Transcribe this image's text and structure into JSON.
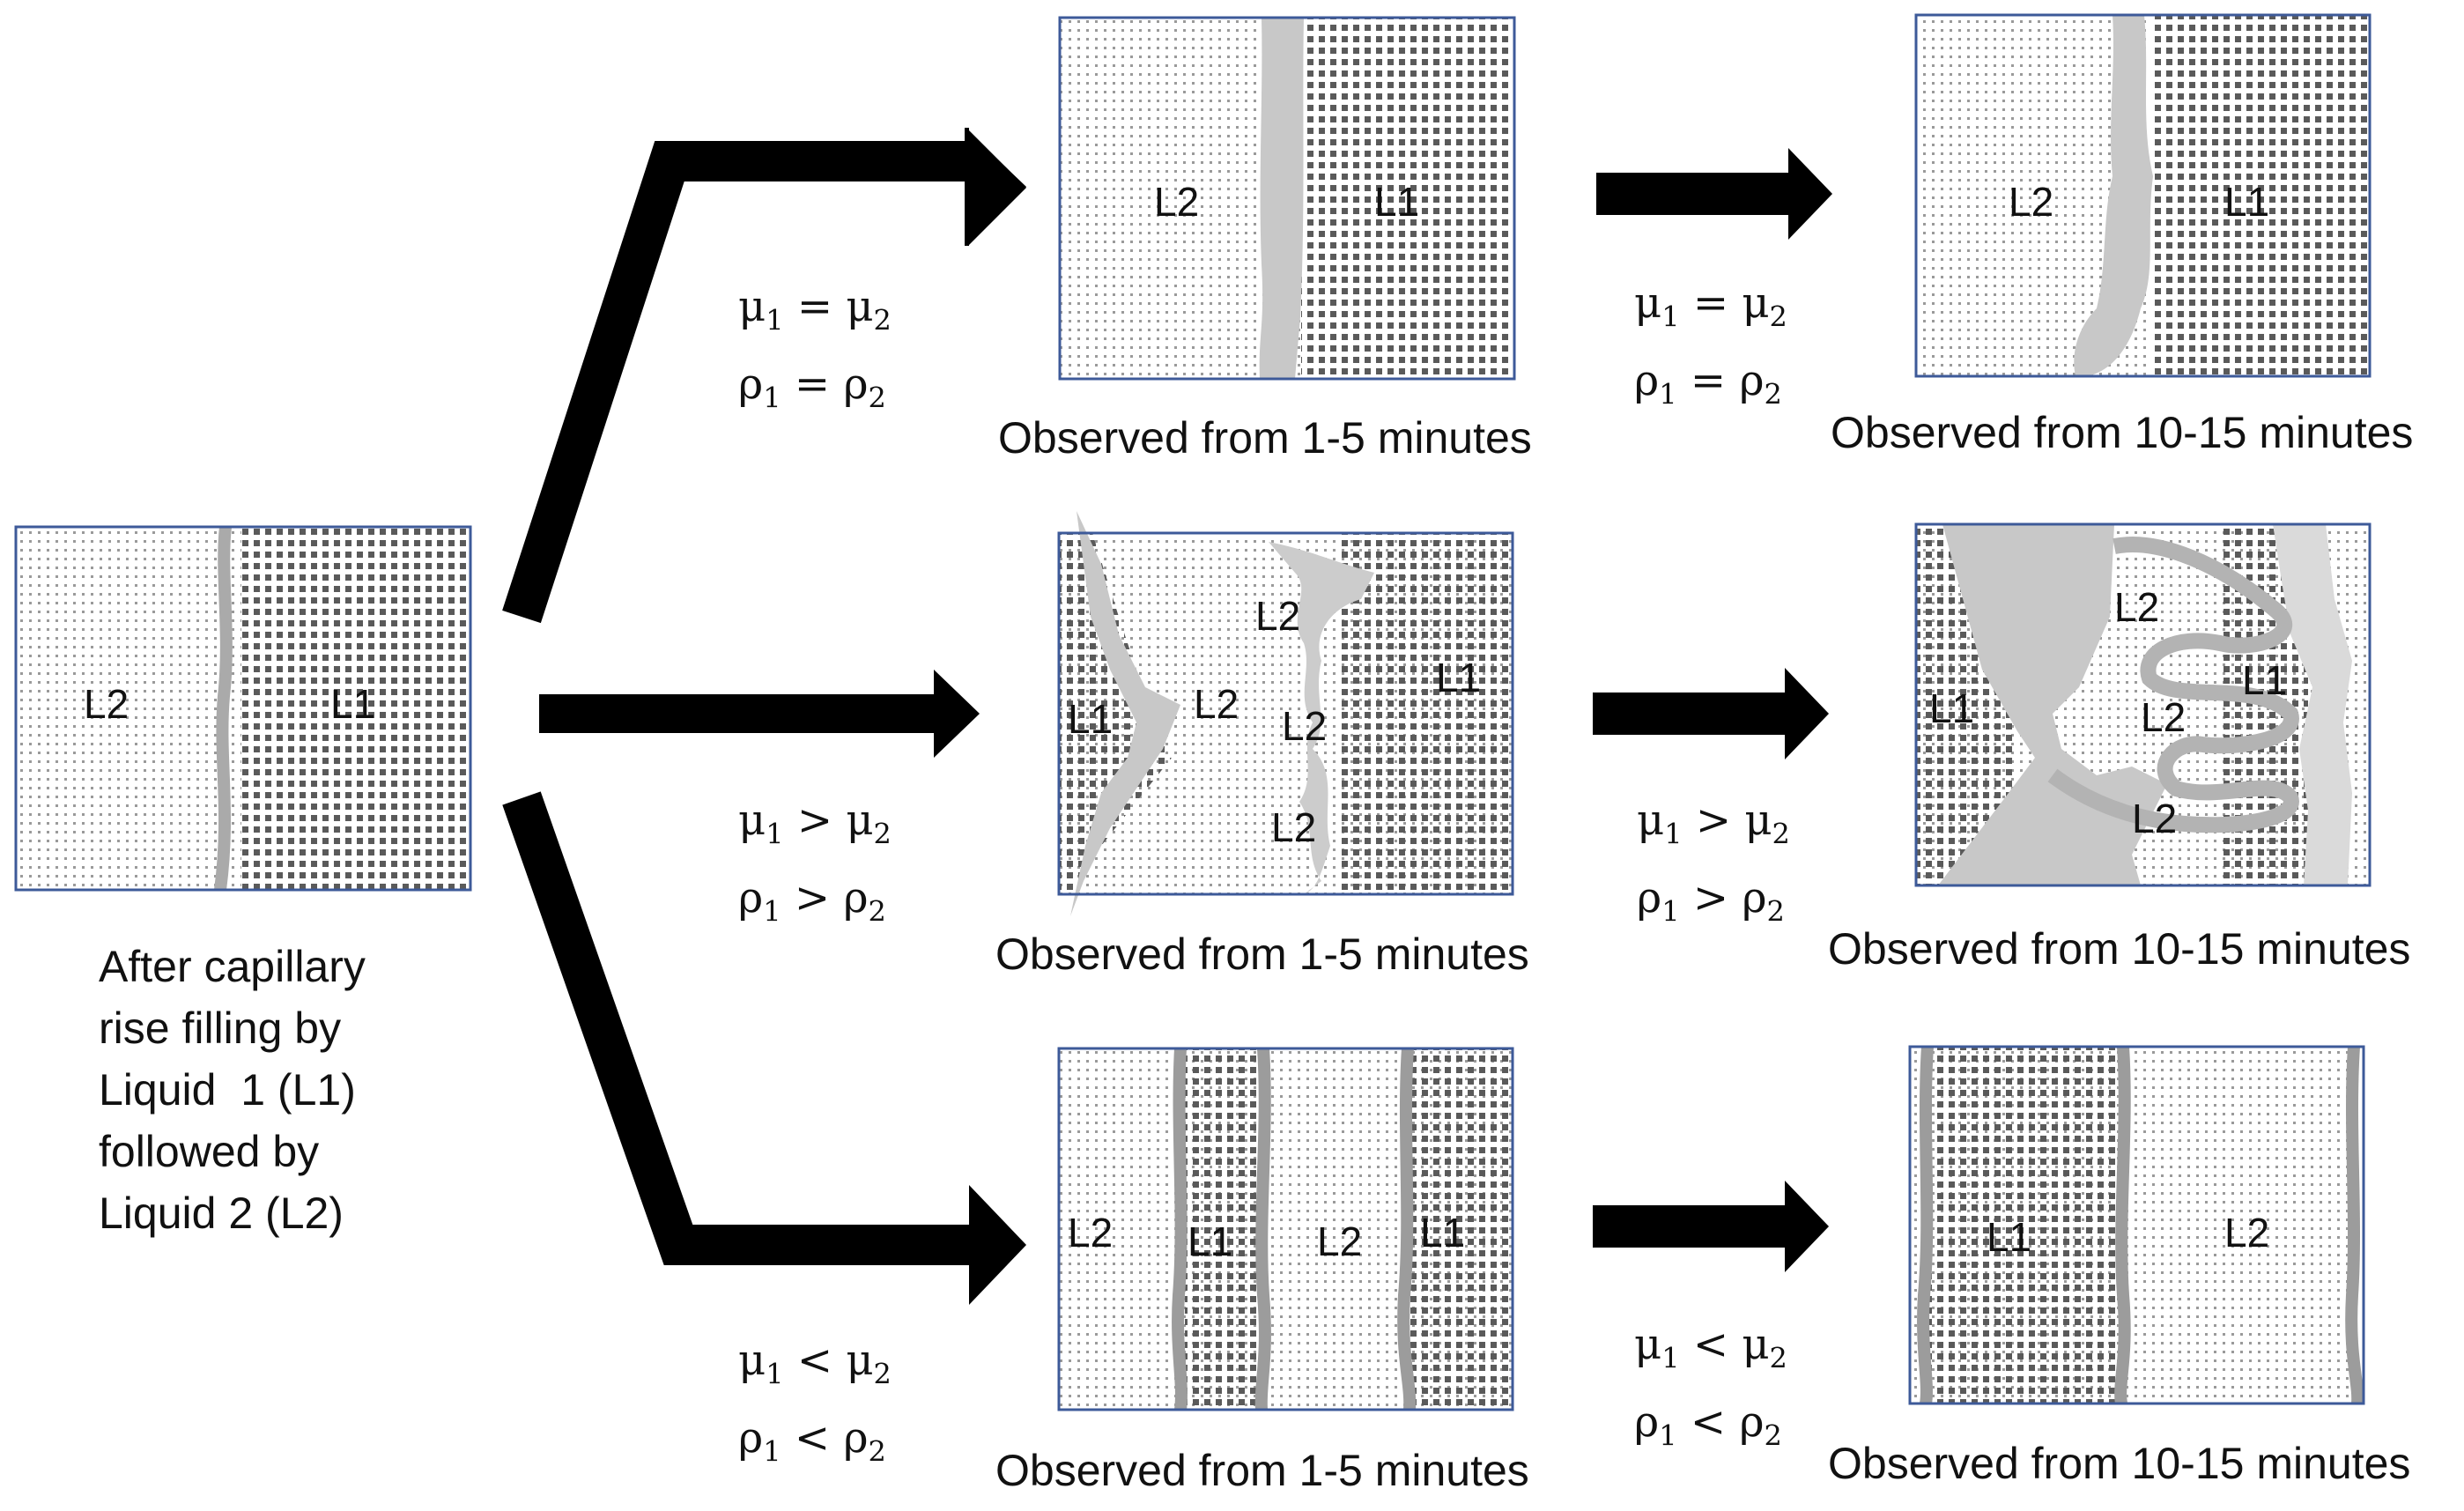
{
  "initial": {
    "labels": [
      "L2",
      "L1"
    ],
    "caption_lines": [
      "After capillary",
      "rise filling by",
      "Liquid  1 (L1)",
      "followed by",
      "Liquid 2 (L2)"
    ]
  },
  "colors": {
    "arrow": "#000000",
    "frame": "#3d5a99",
    "interface": "#b3b3b3",
    "mixing_zone": "#cccccc",
    "dot_sparse": "#9a9a9a",
    "dot_dense": "#555555"
  },
  "rows": [
    {
      "id": "equal",
      "condition": {
        "mu": "μ",
        "mu_op": "=",
        "rho": "ρ",
        "rho_op": "=",
        "sub1": "1",
        "sub2": "2"
      },
      "stage1": {
        "caption": "Observed from 1-5 minutes",
        "labels": [
          "L2",
          "L1"
        ]
      },
      "stage2": {
        "caption": "Observed from 10-15 minutes",
        "labels": [
          "L2",
          "L1"
        ]
      }
    },
    {
      "id": "greater",
      "condition": {
        "mu": "μ",
        "mu_op": ">",
        "rho": "ρ",
        "rho_op": ">",
        "sub1": "1",
        "sub2": "2"
      },
      "stage1": {
        "caption": "Observed from 1-5 minutes",
        "labels": [
          "L2",
          "L1",
          "L2",
          "L2",
          "L1",
          "L2"
        ]
      },
      "stage2": {
        "caption": "Observed from 10-15 minutes",
        "labels": [
          "L2",
          "L1",
          "L2",
          "L1",
          "L2"
        ]
      }
    },
    {
      "id": "less",
      "condition": {
        "mu": "μ",
        "mu_op": "<",
        "rho": "ρ",
        "rho_op": "<",
        "sub1": "1",
        "sub2": "2"
      },
      "stage1": {
        "caption": "Observed from 1-5 minutes",
        "labels": [
          "L2",
          "L1",
          "L2",
          "L1"
        ]
      },
      "stage2": {
        "caption": "Observed from 10-15 minutes",
        "labels": [
          "L1",
          "L2"
        ]
      }
    }
  ]
}
